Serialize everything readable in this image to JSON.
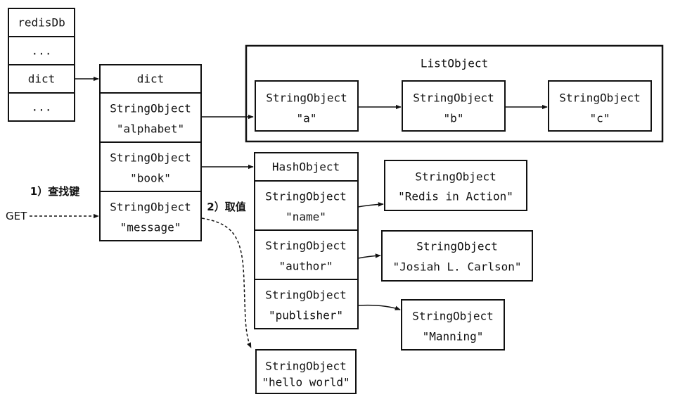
{
  "redisdb": {
    "title": "redisDb",
    "ellipsis_top": "...",
    "dict": "dict",
    "ellipsis_bottom": "..."
  },
  "dict": {
    "header": "dict",
    "keys": [
      {
        "type": "StringObject",
        "value": "\"alphabet\""
      },
      {
        "type": "StringObject",
        "value": "\"book\""
      },
      {
        "type": "StringObject",
        "value": "\"message\""
      }
    ]
  },
  "list_object": {
    "title": "ListObject",
    "items": [
      {
        "type": "StringObject",
        "value": "\"a\""
      },
      {
        "type": "StringObject",
        "value": "\"b\""
      },
      {
        "type": "StringObject",
        "value": "\"c\""
      }
    ]
  },
  "hash_object": {
    "header": "HashObject",
    "fields": [
      {
        "type": "StringObject",
        "value": "\"name\""
      },
      {
        "type": "StringObject",
        "value": "\"author\""
      },
      {
        "type": "StringObject",
        "value": "\"publisher\""
      }
    ],
    "values": [
      {
        "type": "StringObject",
        "value": "\"Redis in Action\""
      },
      {
        "type": "StringObject",
        "value": "\"Josiah L. Carlson\""
      },
      {
        "type": "StringObject",
        "value": "\"Manning\""
      }
    ]
  },
  "message_value": {
    "type": "StringObject",
    "value": "\"hello world\""
  },
  "annotations": {
    "step1": "1）查找键",
    "step2": "2）取值",
    "command": "GET"
  }
}
